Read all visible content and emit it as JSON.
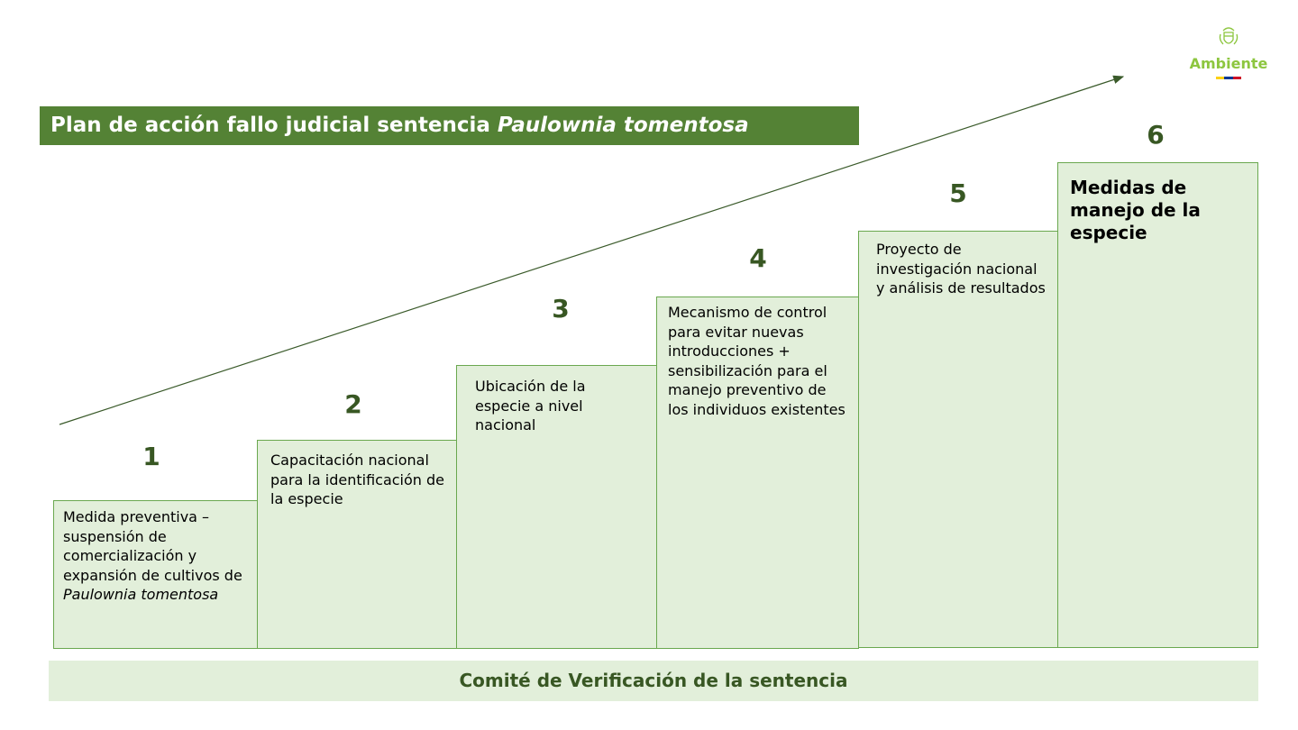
{
  "title": {
    "text": "Plan de acción fallo judicial sentencia ",
    "italic": "Paulownia tomentosa"
  },
  "logo": {
    "text": "Ambiente",
    "icon": "coat-of-arms-icon",
    "flag_colors": [
      "#fcd116",
      "#003893",
      "#ce1126"
    ]
  },
  "steps": [
    {
      "num": "1",
      "lines": [
        "Medida preventiva – suspensión de comercialización y expansión de cultivos de "
      ],
      "italic": "Paulownia tomentosa"
    },
    {
      "num": "2",
      "text": "Capacitación nacional para la identificación de la especie"
    },
    {
      "num": "3",
      "text": "Ubicación de la especie a nivel nacional"
    },
    {
      "num": "4",
      "text": "Mecanismo de control para evitar nuevas introducciones + sensibilización para el manejo preventivo de los individuos existentes"
    },
    {
      "num": "5",
      "text": "Proyecto de investigación nacional y análisis de resultados"
    },
    {
      "num": "6",
      "text": "Medidas de manejo de la especie"
    }
  ],
  "footer": "Comité de Verificación de la sentencia",
  "colors": {
    "title_bg": "#548235",
    "box_bg": "#e2efda",
    "box_border": "#6aa84f",
    "number": "#385723",
    "logo_green": "#8dc63f"
  }
}
